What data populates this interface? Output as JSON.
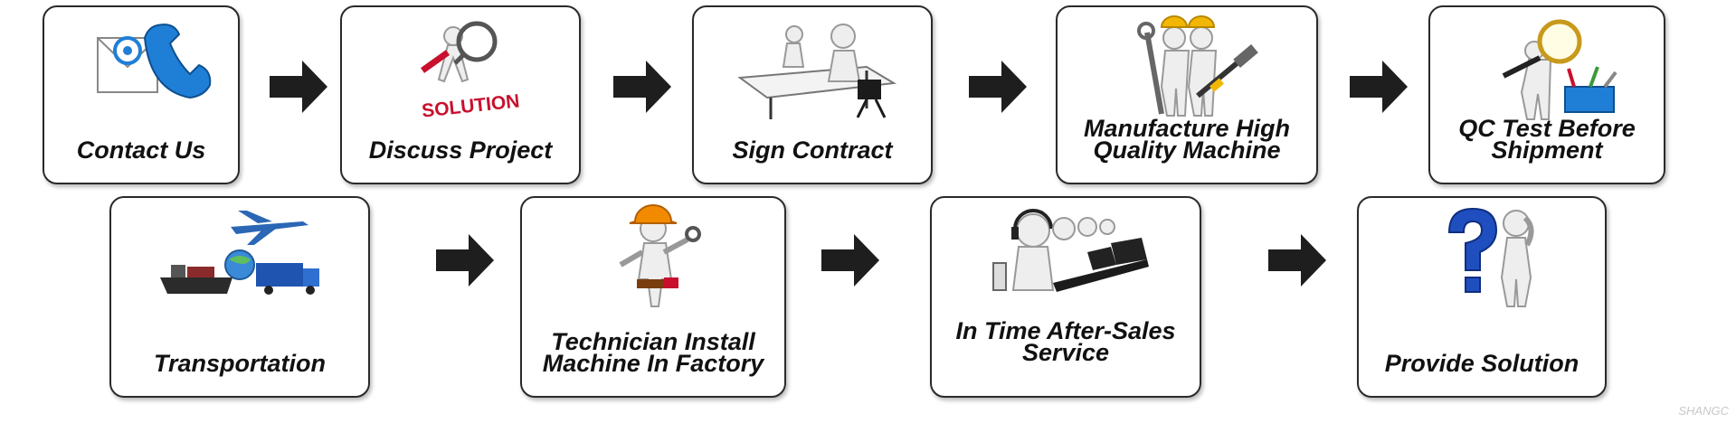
{
  "steps": [
    {
      "id": "contact",
      "label": "Contact Us",
      "icon": "phone-email-icon"
    },
    {
      "id": "discuss",
      "label": "Discuss Project",
      "icon": "magnifier-solution-icon",
      "sign": "SOLUTION"
    },
    {
      "id": "sign",
      "label": "Sign Contract",
      "icon": "desk-meeting-icon"
    },
    {
      "id": "manufacture",
      "label": "Manufacture High Quality Machine",
      "icon": "workers-tools-icon"
    },
    {
      "id": "qc",
      "label": "QC Test Before Shipment",
      "icon": "qc-magnifier-toolbox-icon"
    },
    {
      "id": "transport",
      "label": "Transportation",
      "icon": "ship-plane-truck-icon"
    },
    {
      "id": "install",
      "label": "Technician Install Machine In Factory",
      "icon": "technician-wrench-icon"
    },
    {
      "id": "aftersales",
      "label": "In Time After-Sales Service",
      "icon": "call-center-icon"
    },
    {
      "id": "solution",
      "label": "Provide Solution",
      "icon": "question-mark-person-icon"
    }
  ],
  "watermark": "SHANGC",
  "colors": {
    "border": "#2a2a2a",
    "arrow": "#1e1e1e",
    "accent_blue": "#1f7fd6",
    "accent_red": "#c8102e",
    "helmet": "#f2b705"
  }
}
